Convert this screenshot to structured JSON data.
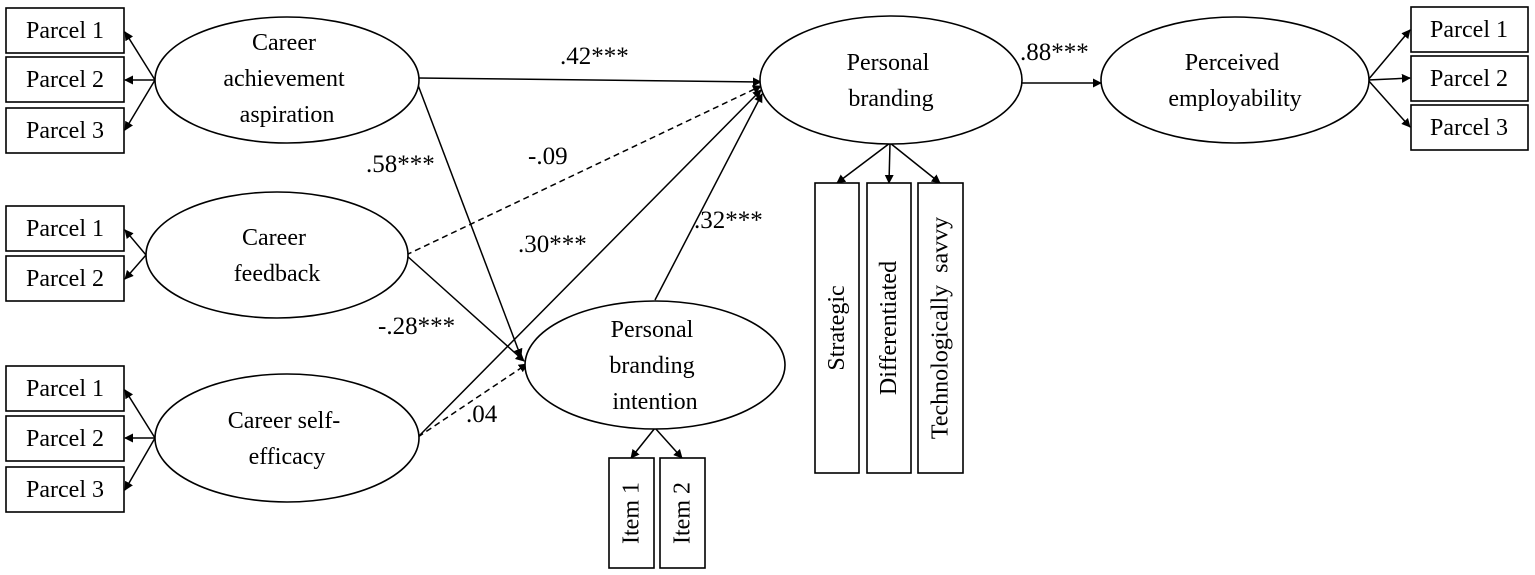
{
  "constructs": {
    "career_achievement_aspiration": {
      "lines": [
        "Career",
        "achievement",
        "aspiration"
      ],
      "indicators": [
        "Parcel 1",
        "Parcel 2",
        "Parcel 3"
      ]
    },
    "career_feedback": {
      "lines": [
        "Career",
        "feedback"
      ],
      "indicators": [
        "Parcel 1",
        "Parcel 2"
      ]
    },
    "career_self_efficacy": {
      "lines": [
        "Career self-",
        "efficacy"
      ],
      "indicators": [
        "Parcel 1",
        "Parcel 2",
        "Parcel 3"
      ]
    },
    "personal_branding_intention": {
      "lines": [
        "Personal",
        "branding",
        "intention"
      ],
      "indicators": [
        "Item 1",
        "Item 2"
      ]
    },
    "personal_branding": {
      "lines": [
        "Personal",
        "branding"
      ],
      "indicators": [
        "Strategic",
        "Differentiated",
        "Technologically  savvy"
      ]
    },
    "perceived_employability": {
      "lines": [
        "Perceived",
        "employability"
      ],
      "indicators": [
        "Parcel 1",
        "Parcel 2",
        "Parcel 3"
      ]
    }
  },
  "paths": {
    "aspiration_to_branding": {
      "coef": ".42***",
      "significant": true
    },
    "aspiration_to_intention": {
      "coef": ".58***",
      "significant": true
    },
    "feedback_to_branding": {
      "coef": "-.09",
      "significant": false
    },
    "feedback_to_intention": {
      "coef": "-.28***",
      "significant": true
    },
    "efficacy_to_branding": {
      "coef": ".30***",
      "significant": true
    },
    "efficacy_to_intention": {
      "coef": ".04",
      "significant": false
    },
    "intention_to_branding": {
      "coef": ".32***",
      "significant": true
    },
    "branding_to_employability": {
      "coef": ".88***",
      "significant": true
    }
  }
}
